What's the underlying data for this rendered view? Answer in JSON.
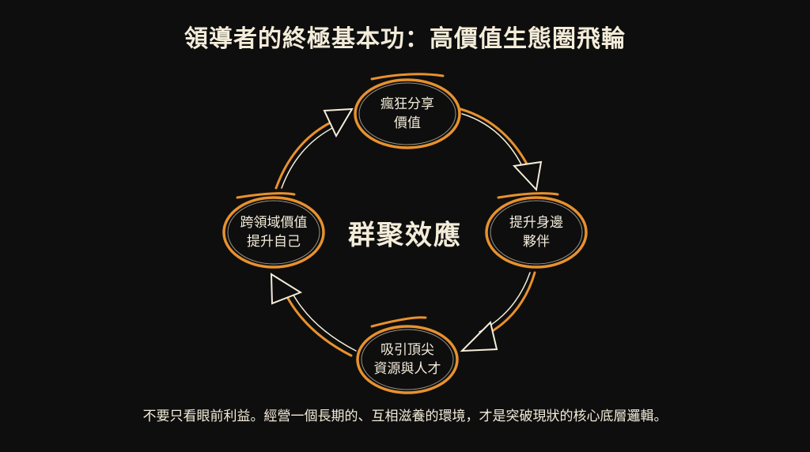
{
  "title": "領導者的終極基本功：高價值生態圈飛輪",
  "center_label": "群聚效應",
  "nodes": [
    {
      "line1": "瘋狂分享",
      "line2": "價值"
    },
    {
      "line1": "提升身邊",
      "line2": "夥伴"
    },
    {
      "line1": "吸引頂尖",
      "line2": "資源與人才"
    },
    {
      "line1": "跨領域價值",
      "line2": "提升自己"
    }
  ],
  "footer": "不要只看眼前利益。經營一個長期的、互相滋養的環境，才是突破現狀的核心底層邏輯。",
  "colors": {
    "accent": "#e8912e",
    "text": "#f3ecd9",
    "background": "#0e0e0e"
  }
}
